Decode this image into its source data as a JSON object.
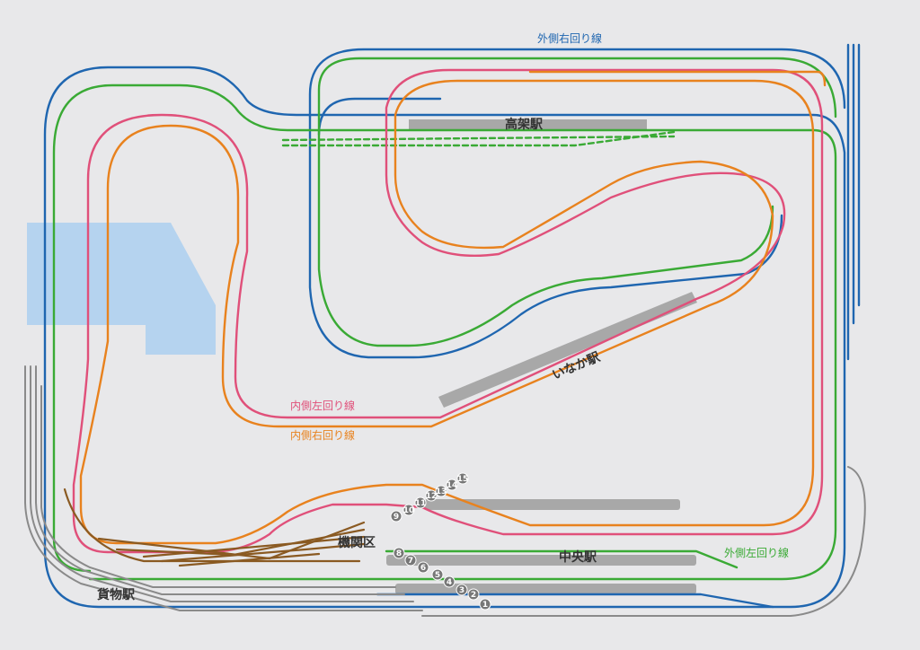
{
  "labels": {
    "outer_clockwise": "外側右回り線",
    "outer_counterclockwise": "外側左回り線",
    "inner_counterclockwise": "内側左回り線",
    "inner_clockwise": "内側右回り線",
    "elevated_station": "高架駅",
    "inaka_station": "いなか駅",
    "central_station": "中央駅",
    "engine_depot": "機関区",
    "freight_station": "貨物駅"
  },
  "track_numbers": [
    "1",
    "2",
    "3",
    "4",
    "5",
    "6",
    "7",
    "8",
    "9",
    "10",
    "11",
    "12",
    "13",
    "14",
    "15"
  ],
  "colors": {
    "outer_clockwise": "#1f66b0",
    "outer_counterclockwise": "#3aaa35",
    "inner_counterclockwise": "#e0507a",
    "inner_clockwise": "#e8821e",
    "depot_tracks": "#8a5a22",
    "freight_tracks": "#8a8a8a",
    "water": "#b5d3ef",
    "platform": "#a8a8a8"
  }
}
